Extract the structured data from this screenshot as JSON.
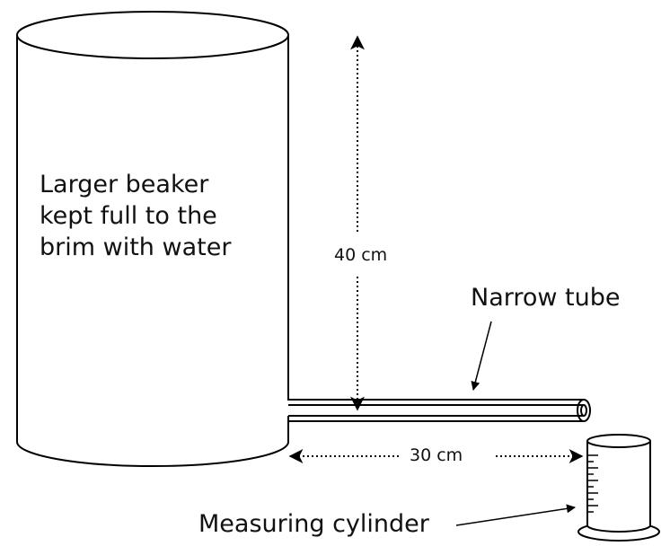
{
  "labels": {
    "beaker": [
      "Larger beaker",
      "kept full to the",
      "brim with water"
    ],
    "height_dimension": "40 cm",
    "length_dimension": "30 cm",
    "tube": "Narrow tube",
    "cylinder": "Measuring cylinder"
  },
  "colors": {
    "line": "#000000",
    "text": "#111111",
    "background": "#ffffff"
  }
}
